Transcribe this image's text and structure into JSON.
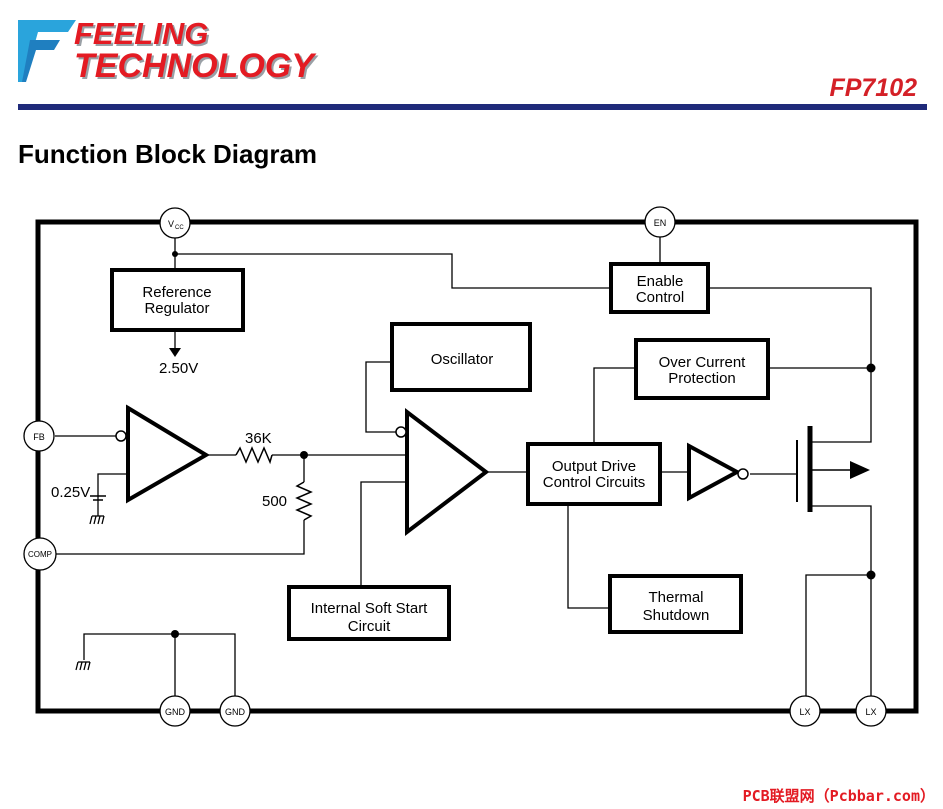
{
  "header": {
    "logo_line1": "FEELING",
    "logo_line2": "TECHNOLOGY",
    "part_number": "FP7102",
    "accent_color": "#d42027",
    "rule_color": "#1f2a7a"
  },
  "page_title": "Function Block Diagram",
  "pins": {
    "vcc_main": "V",
    "vcc_sub": "CC",
    "en": "EN",
    "fb": "FB",
    "comp": "COMP",
    "gnd1": "GND",
    "gnd2": "GND",
    "lx1": "LX",
    "lx2": "LX"
  },
  "blocks": {
    "reference_regulator": [
      "Reference",
      "Regulator"
    ],
    "enable_control": [
      "Enable",
      "Control"
    ],
    "oscillator": [
      "Oscillator"
    ],
    "over_current_protection": [
      "Over Current",
      "Protection"
    ],
    "output_drive": [
      "Output Drive",
      "Control Circuits"
    ],
    "internal_soft_start": [
      "Internal Soft Start",
      "Circuit"
    ],
    "thermal_shutdown": [
      "Thermal",
      "Shutdown"
    ]
  },
  "labels": {
    "vref_out": "2.50V",
    "ref_025": "0.25V",
    "r_36k": "36K",
    "r_500": "500"
  },
  "watermark": "PCB联盟网（Pcbbar.com）"
}
